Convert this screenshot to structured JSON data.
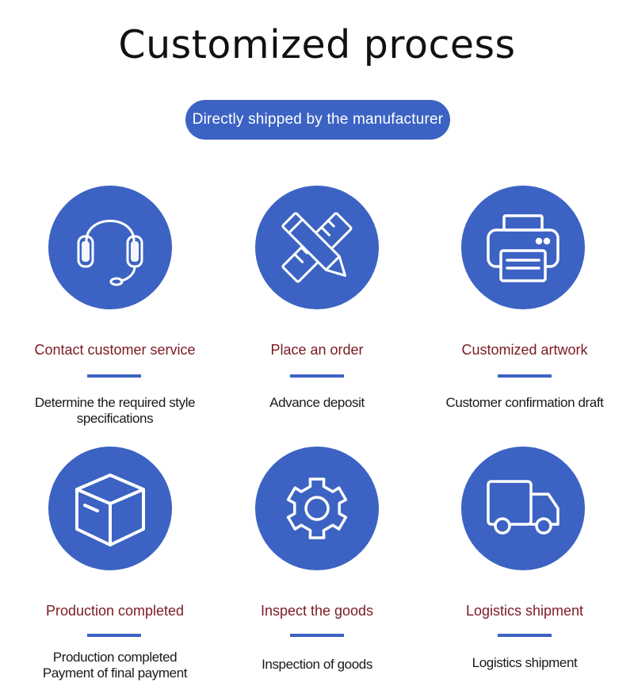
{
  "colors": {
    "accent": "#3c63c3",
    "label": "#7a1a22"
  },
  "page": {
    "title": "Customized process",
    "badge": "Directly shipped by the manufacturer"
  },
  "steps": [
    {
      "icon": "headset-icon",
      "title": "Contact customer service",
      "description": [
        "Determine the required style specifications"
      ]
    },
    {
      "icon": "pencil-ruler-icon",
      "title": "Place an order",
      "description": [
        "Advance deposit"
      ]
    },
    {
      "icon": "printer-icon",
      "title": "Customized artwork",
      "description": [
        "Customer confirmation draft"
      ]
    },
    {
      "icon": "box-icon",
      "title": "Production completed",
      "description": [
        "Production completed",
        "Payment of final payment"
      ]
    },
    {
      "icon": "gear-icon",
      "title": "Inspect the goods",
      "description": [
        "Inspection of goods"
      ]
    },
    {
      "icon": "truck-icon",
      "title": "Logistics shipment",
      "description": [
        "Logistics shipment"
      ]
    }
  ]
}
